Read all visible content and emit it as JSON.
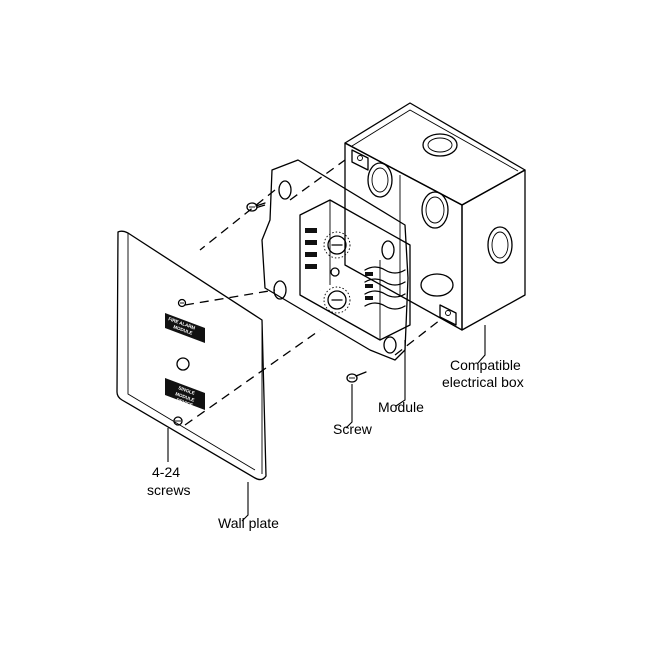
{
  "labels": {
    "electrical_box": [
      "Compatible",
      "electrical box"
    ],
    "module": "Module",
    "screw": "Screw",
    "plate_screws": [
      "4-24",
      "screws"
    ],
    "wall_plate": "Wall plate"
  },
  "plate_text": {
    "top": [
      "FIRE ALARM",
      "MODULE"
    ],
    "bottom": [
      "SINGLE",
      "MODULE",
      "DEVICE"
    ]
  },
  "colors": {
    "line": "#000000",
    "background": "#ffffff"
  }
}
